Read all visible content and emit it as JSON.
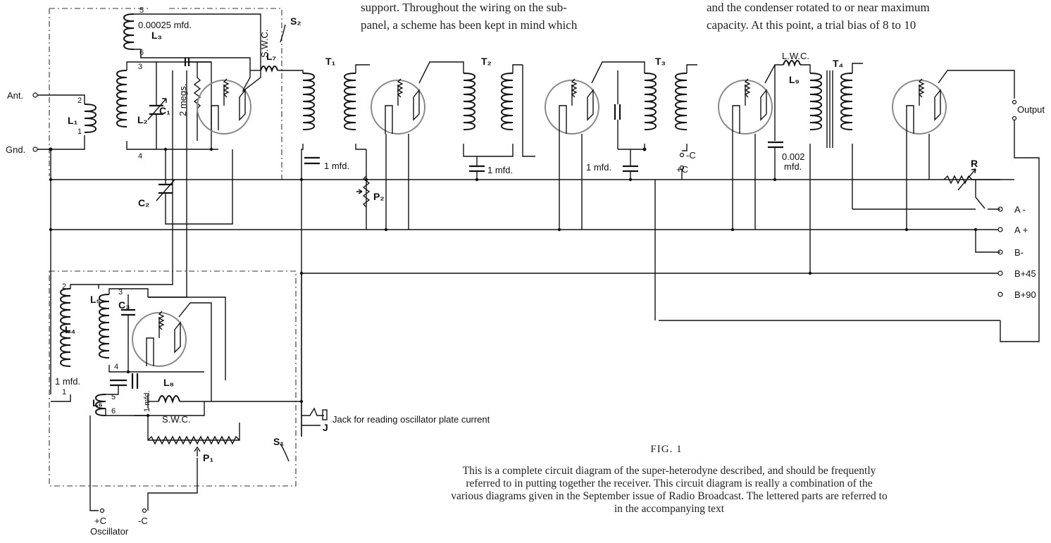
{
  "header_text": {
    "left_line1": "support.  Throughout the wiring on the sub-",
    "left_line2": "panel, a scheme has been kept in mind which",
    "right_line1": "and the condenser rotated to or near maximum",
    "right_line2": "capacity.  At this point, a trial bias of 8 to 10"
  },
  "labels": {
    "ant": "Ant.",
    "gnd": "Gnd.",
    "L1": "L₁",
    "L2": "L₂",
    "L3": "L₃",
    "L4": "L₄",
    "L5": "L₅",
    "L6": "L₆",
    "L7": "L₇",
    "L8": "L₈",
    "L9": "L₉",
    "C1": "C₁",
    "C2": "C₂",
    "C3": "C₃",
    "T1": "T₁",
    "T2": "T₂",
    "T3": "T₃",
    "T4": "T₄",
    "P1": "P₁",
    "P2": "P₂",
    "S1": "S₁",
    "S2": "S₂",
    "R": "R",
    "J": "J",
    "mfd_00025": "0.00025 mfd.",
    "megs": "2 megs.",
    "swc_top": "S.W.C.",
    "swc_bottom": "S.W.C.",
    "lwc": "L.W.C.",
    "mfd_1_a": "1 mfd.",
    "mfd_1_b": "1 mfd.",
    "mfd_1_c": "1 mfd.",
    "mfd_1_d": "1 mfd.",
    "mfd_1_e": "1 mfd.",
    "mfd_0002": "0.002",
    "mfd_0002_unit": "mfd.",
    "c_minus_top": "-C",
    "c_plus_top": "+C",
    "output": "Output",
    "a_minus": "A -",
    "a_plus": "A +",
    "b_minus": "B-",
    "b_45": "B+45",
    "b_90": "B+90",
    "jack_text": "Jack for reading oscillator plate current",
    "osc_plus_c": "+C",
    "osc_minus_c": "-C",
    "oscillator": "Oscillator",
    "n2_a": "2",
    "n1_a": "1",
    "n3_a": "3",
    "n4_a": "4",
    "n5_a": "5",
    "n6_a": "6",
    "n2_b": "2",
    "n1_b": "1",
    "n3_b": "3",
    "n4_b": "4",
    "n5_b": "5",
    "n6_b": "6"
  },
  "figure": {
    "label": "FIG. 1",
    "caption": "This is a complete circuit diagram of the super-heterodyne described, and should be frequently referred to in putting together the receiver.  This circuit diagram is really a combination of the various diagrams given in the September issue of Radio Broadcast.  The lettered parts are referred to in the accompanying text"
  }
}
